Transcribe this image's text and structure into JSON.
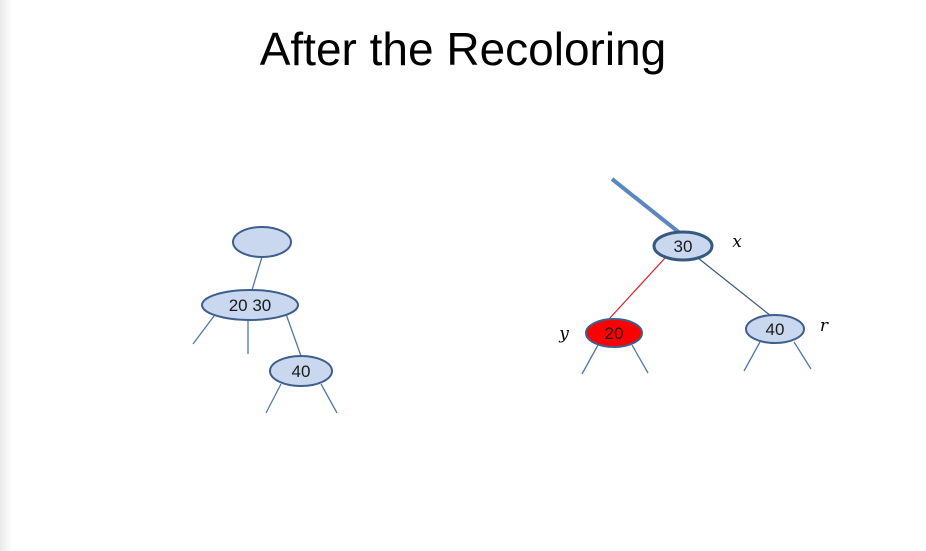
{
  "title": "After the Recoloring",
  "colors": {
    "node_fill": "#c9d7ef",
    "node_stroke": "#3d5f8e",
    "red_node_fill": "#ff0000",
    "red_edge": "#e02020",
    "edge": "#4f79ab",
    "dark_edge": "#36597f",
    "parent_edge": "#5b86c0"
  },
  "left_tree": {
    "top_node": "",
    "middle_node": "20 30",
    "bottom_node": "40"
  },
  "right_tree": {
    "root": {
      "label": "30",
      "var": "x"
    },
    "left_child": {
      "label": "20",
      "var": "y",
      "color": "red"
    },
    "right_child": {
      "label": "40",
      "var": "r"
    }
  }
}
